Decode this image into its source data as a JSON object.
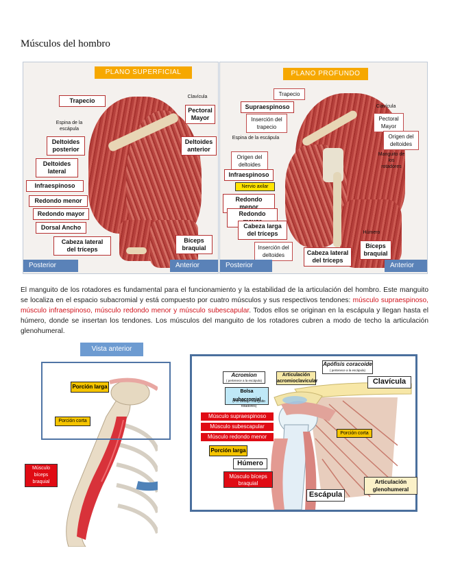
{
  "title": "Músculos del hombro",
  "superficial": {
    "banner": "PLANO SUPERFICIAL",
    "labels": {
      "trapecio": "Trapecio",
      "clavicula": "Clavícula",
      "pectoral": "Pectoral Mayor",
      "espina": "Espina de la escápula",
      "delt_post": "Deltoides posterior",
      "delt_ant": "Deltoides anterior",
      "delt_lat": "Deltoides lateral",
      "infra": "Infraespinoso",
      "red_menor": "Redondo menor",
      "red_mayor": "Redondo mayor",
      "dorsal": "Dorsal Ancho",
      "cab_lat": "Cabeza lateral del tríceps",
      "biceps": "Bíceps braquial"
    },
    "footer_left": "Posterior",
    "footer_right": "Anterior"
  },
  "profundo": {
    "banner": "PLANO PROFUNDO",
    "labels": {
      "trapecio": "Trapecio",
      "supra": "Supraespinoso",
      "clavicula": "Clavícula",
      "ins_trap": "Inserción del trapecio",
      "pectoral": "Pectoral Mayor",
      "espina": "Espina de la escápula",
      "origen_delt_r": "Origen del deltoides",
      "origen_delt_l": "Origen del deltoides",
      "manguito": "Manguito de los rotadores",
      "infra": "Infraespinoso",
      "nervio": "Nervio axilar",
      "red_menor": "Redondo menor",
      "red_mayor": "Redondo mayor",
      "cab_larga": "Cabeza larga del tríceps",
      "humero": "Húmero",
      "ins_delt": "Inserción del deltoides",
      "cab_lat": "Cabeza lateral del tríceps",
      "biceps": "Bíceps braquial"
    },
    "footer_left": "Posterior",
    "footer_right": "Anterior"
  },
  "paragraph": {
    "p1": "El manguito de los rotadores es fundamental para el funcionamiento y la estabilidad de la articulación del hombro. Este manguito se localiza en el espacio subacromial y está compuesto por cuatro músculos y sus respectivos tendones: ",
    "red": "músculo supraespinoso, músculo infraespinoso, músculo redondo menor y músculo subescapular",
    "p2": ". Todos ellos se originan en la escápula y llegan hasta el húmero, donde se insertan los tendones. Los músculos del manguito de los rotadores cubren a modo de techo la articulación glenohumeral."
  },
  "lower": {
    "vista": "Vista anterior",
    "porcion_larga": "Porción larga",
    "porcion_corta": "Porción corta",
    "musculo_biceps": "Músculo bíceps braquial",
    "acromion": "Acromion",
    "acromion_sub": "( pertenece a la escápula)",
    "art_acromio": "Articulación acromioclavicular",
    "apofisis": "Apófisis coracoide",
    "apofisis_sub": "( pertenece a la escápula)",
    "clavicula": "Clavícula",
    "bolsa": "Bolsa subacromial",
    "por_debajo": "(Por debajo manguito rotadores)",
    "m_supra": "Músculo supraespinoso",
    "m_subesc": "Músculo subescapular",
    "m_redondo": "Músculo redondo menor",
    "porcion_corta_r": "Porción corta",
    "porcion_larga_r": "Porción larga",
    "humero": "Húmero",
    "m_biceps": "Músculo bíceps braquial",
    "art_gleno": "Articulación glenohumeral",
    "escapula": "Escápula"
  }
}
